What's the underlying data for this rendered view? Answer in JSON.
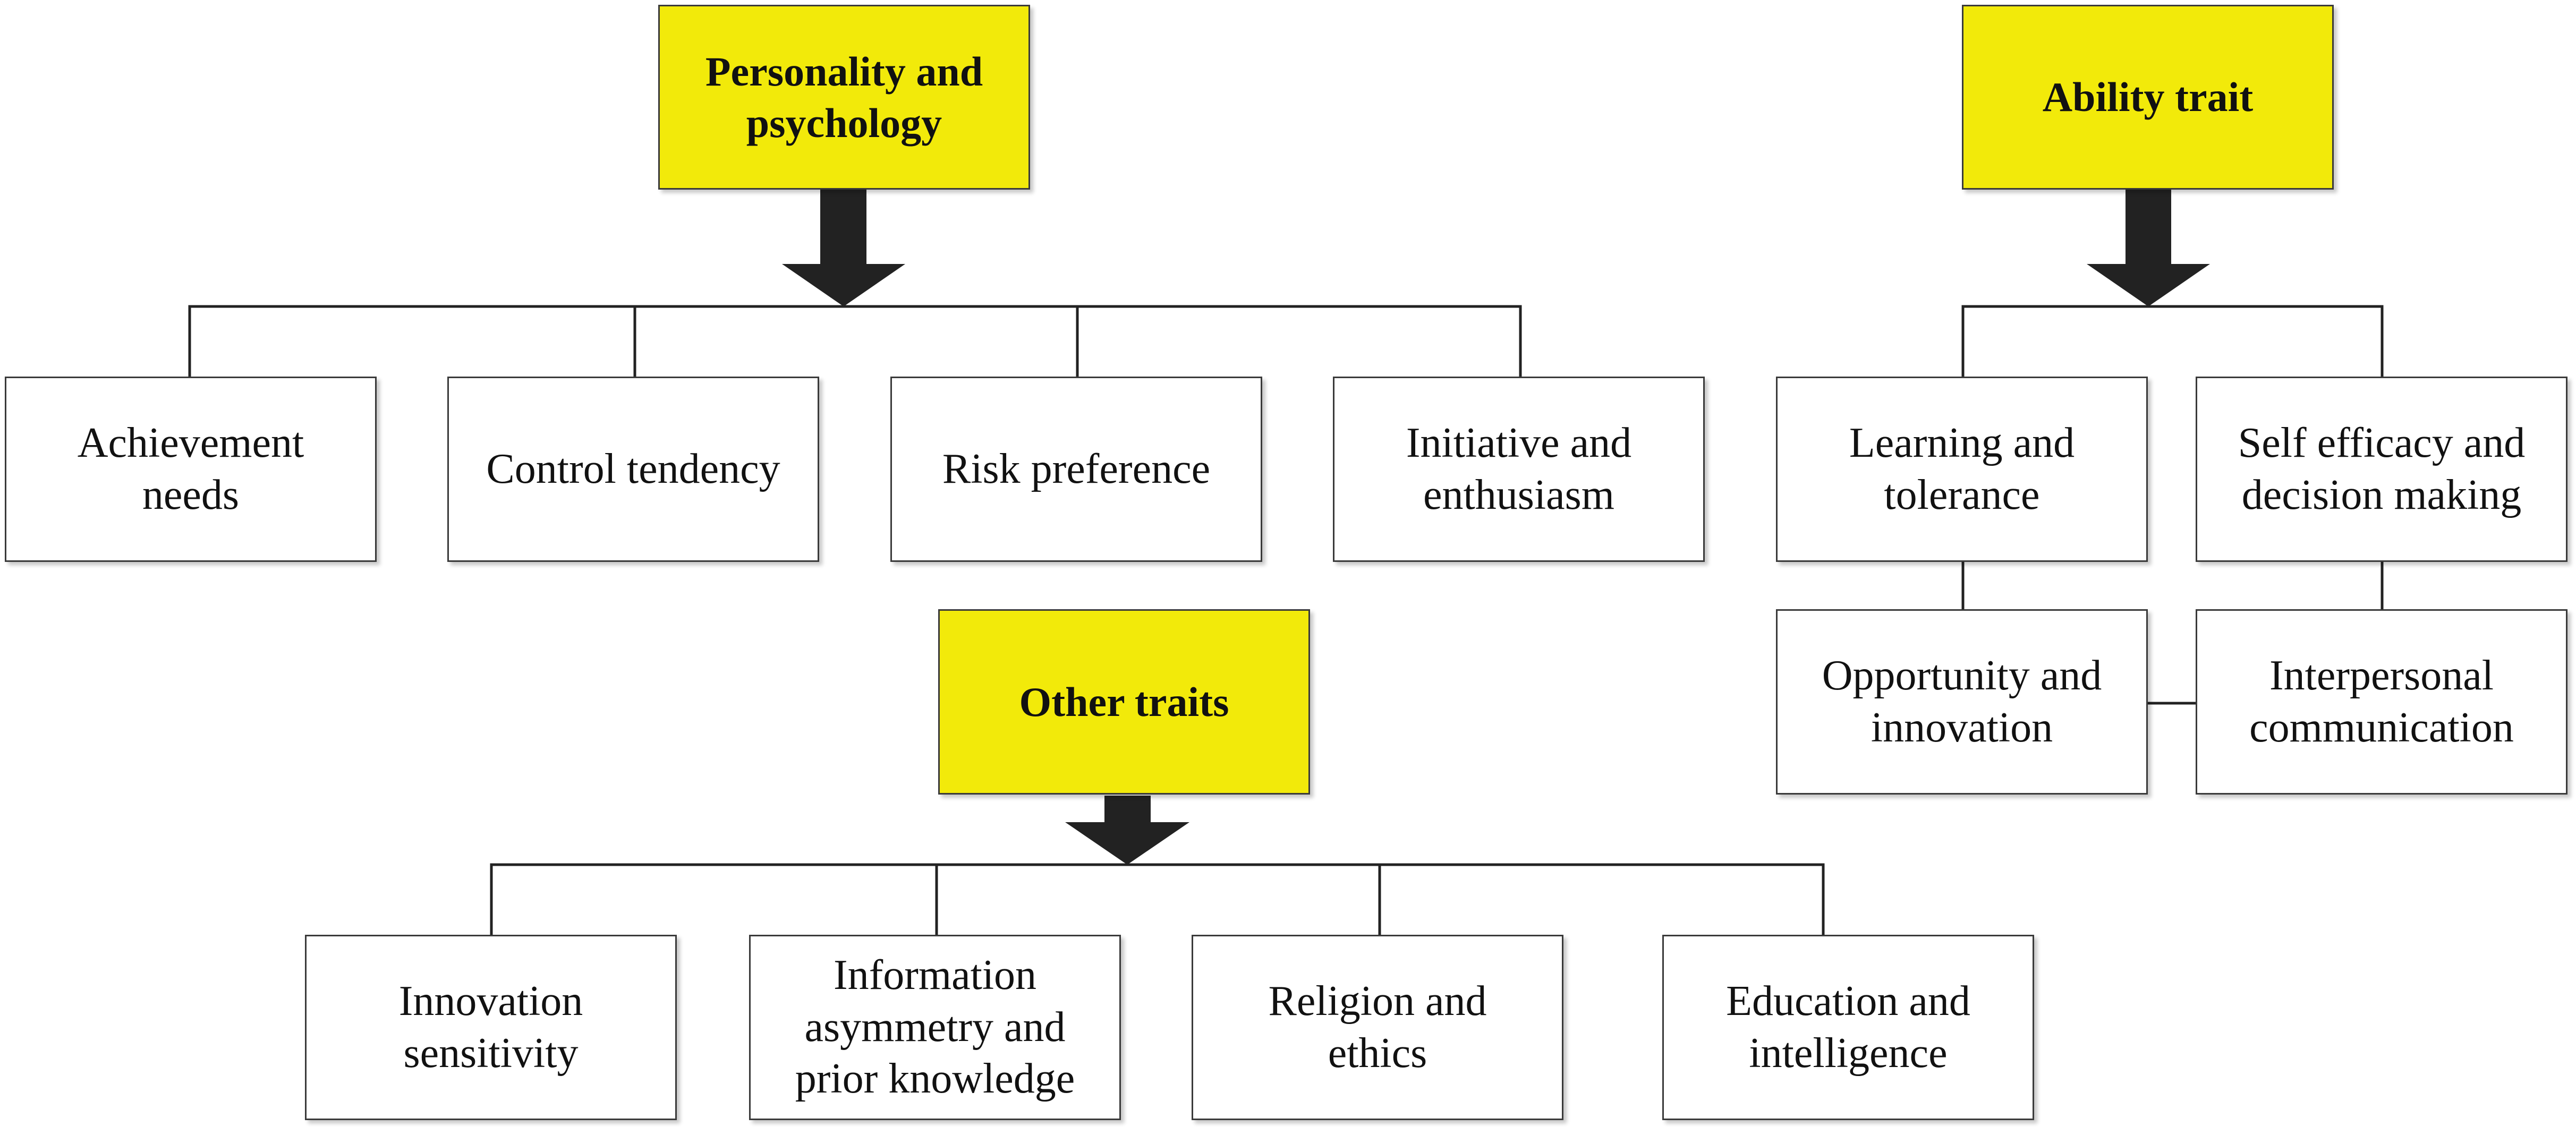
{
  "colors": {
    "header_fill": "#f2ea0a",
    "box_fill": "#ffffff",
    "border": "#3a3a3a",
    "arrow": "#222222",
    "line": "#222222"
  },
  "groups": {
    "personality": {
      "header": "Personality and\npsychology",
      "items": [
        "Achievement\nneeds",
        "Control tendency",
        "Risk preference",
        "Initiative and\nenthusiasm"
      ]
    },
    "ability": {
      "header": "Ability trait",
      "items": [
        "Learning and\ntolerance",
        "Self efficacy and\ndecision making",
        "Opportunity and\ninnovation",
        "Interpersonal\ncommunication"
      ]
    },
    "other": {
      "header": "Other traits",
      "items": [
        "Innovation\nsensitivity",
        "Information\nasymmetry and\nprior knowledge",
        "Religion and\nethics",
        "Education and\nintelligence"
      ]
    }
  },
  "icons": {
    "connector_arrow": "down-arrow-icon"
  }
}
